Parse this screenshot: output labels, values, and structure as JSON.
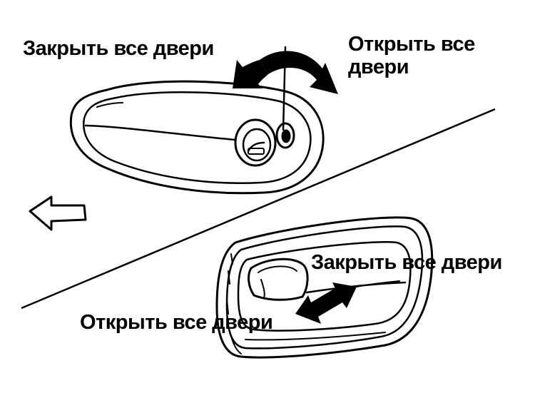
{
  "labels": {
    "top_lock": "Закрыть все двери",
    "top_unlock": "Открыть все двери",
    "bottom_lock": "Закрыть все двери",
    "bottom_unlock": "Открыть все двери"
  },
  "colors": {
    "ink": "#000000",
    "paper": "#ffffff"
  },
  "icons": [
    "curved-double-arrow-icon",
    "forward-direction-arrow-icon",
    "straight-double-arrow-icon"
  ]
}
